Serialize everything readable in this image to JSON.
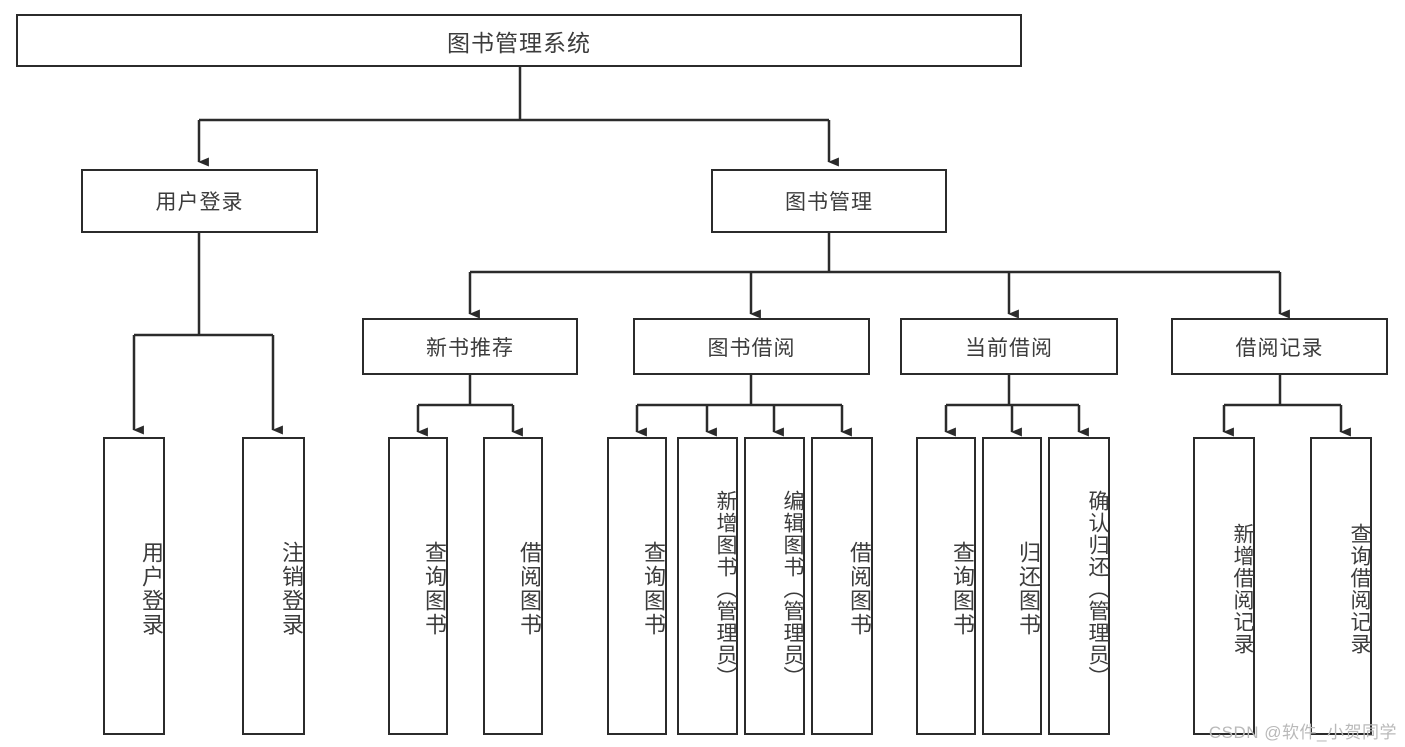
{
  "diagram": {
    "type": "tree",
    "title": "图书管理系统",
    "stroke_color": "#2b2b2b",
    "text_color": "#3c3c3c",
    "background": "#ffffff",
    "root": {
      "label": "图书管理系统"
    },
    "level2": [
      {
        "label": "用户登录"
      },
      {
        "label": "图书管理"
      }
    ],
    "level3": [
      {
        "label": "新书推荐"
      },
      {
        "label": "图书借阅"
      },
      {
        "label": "当前借阅"
      },
      {
        "label": "借阅记录"
      }
    ],
    "leaves": [
      {
        "label": "用户登录",
        "parent": "用户登录"
      },
      {
        "label": "注销登录",
        "parent": "用户登录"
      },
      {
        "label": "查询图书",
        "parent": "新书推荐"
      },
      {
        "label": "借阅图书",
        "parent": "新书推荐"
      },
      {
        "label": "查询图书",
        "parent": "图书借阅"
      },
      {
        "label": "新增图书（管理员）",
        "parent": "图书借阅"
      },
      {
        "label": "编辑图书（管理员）",
        "parent": "图书借阅"
      },
      {
        "label": "借阅图书",
        "parent": "图书借阅"
      },
      {
        "label": "查询图书",
        "parent": "当前借阅"
      },
      {
        "label": "归还图书",
        "parent": "当前借阅"
      },
      {
        "label": "确认归还（管理员）",
        "parent": "当前借阅"
      },
      {
        "label": "新增借阅记录",
        "parent": "借阅记录"
      },
      {
        "label": "查询借阅记录",
        "parent": "借阅记录"
      }
    ]
  },
  "watermark": {
    "text": "CSDN @软件_小贺同学"
  }
}
